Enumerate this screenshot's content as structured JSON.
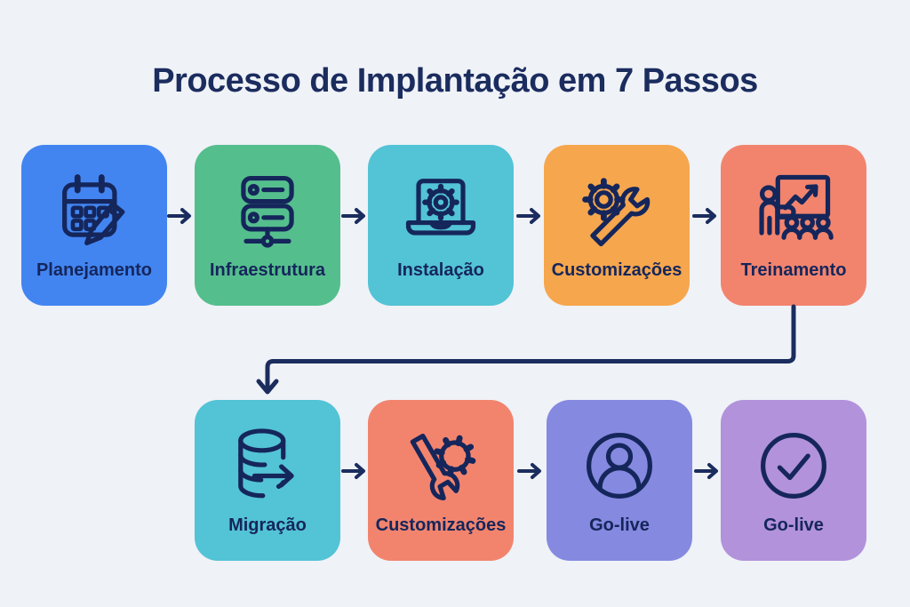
{
  "title": "Processo de Implantação em 7 Passos",
  "colors": {
    "background": "#EFF2F7",
    "title_text": "#1B2C5E",
    "icon_and_label": "#15265B",
    "arrow": "#1B2C5E",
    "blue": "#4285F1",
    "green": "#55BE8D",
    "teal": "#53C3D6",
    "orange": "#F6A64D",
    "coral": "#F2846E",
    "periwinkle": "#8589E0",
    "lavender": "#B292DB"
  },
  "steps": [
    {
      "label": "Planejamento",
      "color": "#4285F1",
      "icon": "calendar-pencil-icon",
      "row": 1
    },
    {
      "label": "Infraestrutura",
      "color": "#55BE8D",
      "icon": "server-network-icon",
      "row": 1
    },
    {
      "label": "Instalação",
      "color": "#53C3D6",
      "icon": "laptop-gear-icon",
      "row": 1
    },
    {
      "label": "Customizações",
      "color": "#F6A64D",
      "icon": "gear-wrench-icon",
      "row": 1
    },
    {
      "label": "Treinamento",
      "color": "#F2846E",
      "icon": "trainer-chart-icon",
      "row": 1
    },
    {
      "label": "Migração",
      "color": "#53C3D6",
      "icon": "database-arrow-icon",
      "row": 2
    },
    {
      "label": "Customizações",
      "color": "#F2846E",
      "icon": "gear-wrench-cross-icon",
      "row": 2
    },
    {
      "label": "Go-live",
      "color": "#8589E0",
      "icon": "person-circle-icon",
      "row": 2
    },
    {
      "label": "Go-live",
      "color": "#B292DB",
      "icon": "check-circle-icon",
      "row": 2
    }
  ]
}
